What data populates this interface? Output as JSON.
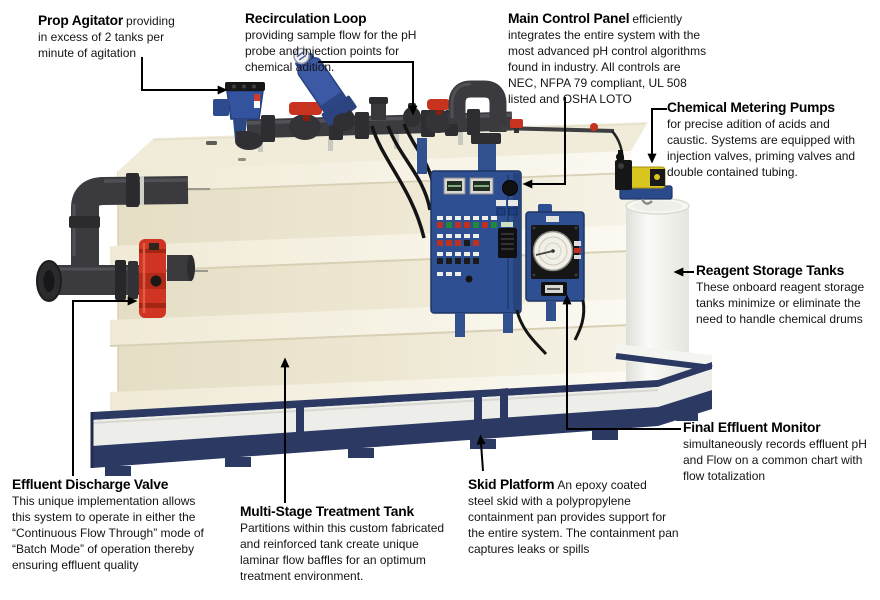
{
  "figure": {
    "title": "Annotated pH control / multi-stage treatment system diagram",
    "background": "#ffffff"
  },
  "colors": {
    "tank_cream": "#ece6cf",
    "tank_rib_light": "#f8f5ea",
    "skid_navy": "#2c3a63",
    "panel_blue": "#2e5093",
    "motor_blue": "#3b59a5",
    "pipe_charcoal": "#3b3b3f",
    "valve_red": "#cf3522",
    "handle_red": "#c8331f",
    "pump_yellow": "#d8c51f",
    "reagent_white": "#f4f4f0",
    "leader_black": "#000000"
  },
  "callouts": [
    {
      "id": "prop-agitator",
      "heading": "Prop Agitator",
      "inline": "providing",
      "lines": [
        "in excess of 2 tanks per",
        "minute of agitation"
      ]
    },
    {
      "id": "recirculation-loop",
      "heading": "Recirculation Loop",
      "inline": "",
      "lines": [
        "providing sample flow for the pH",
        "probe and injection points for",
        "chemical adition."
      ]
    },
    {
      "id": "main-control-panel",
      "heading": "Main Control Panel",
      "inline": "efficiently",
      "lines": [
        "integrates the entire system with the",
        "most advanced pH control algorithms",
        "found in industry. All controls are",
        "NEC, NFPA 79 compliant, UL 508",
        "listed and OSHA LOTO"
      ]
    },
    {
      "id": "chemical-metering-pumps",
      "heading": "Chemical Metering Pumps",
      "inline": "",
      "lines": [
        "for precise adition of acids and",
        "caustic. Systems are equipped with",
        "injection valves, priming valves and",
        "double contained tubing."
      ]
    },
    {
      "id": "reagent-storage-tanks",
      "heading": "Reagent Storage Tanks",
      "inline": "",
      "lines": [
        "These onboard reagent storage",
        "tanks minimize or eliminate the",
        "need to handle chemical drums"
      ]
    },
    {
      "id": "final-effluent-monitor",
      "heading": "Final Effluent Monitor",
      "inline": "",
      "lines": [
        "simultaneously records effluent pH",
        "and Flow on a common chart with",
        "flow totalization"
      ]
    },
    {
      "id": "effluent-discharge-valve",
      "heading": "Effluent Discharge Valve",
      "inline": "",
      "lines": [
        "This unique implementation allows",
        "this system to operate in either the",
        "“Continuous Flow Through” mode of",
        "“Batch Mode” of operation thereby",
        "ensuring effluent quality"
      ]
    },
    {
      "id": "multi-stage-treatment-tank",
      "heading": "Multi-Stage Treatment Tank",
      "inline": "",
      "lines": [
        "Partitions within this custom fabricated",
        "and reinforced tank create unique",
        "laminar flow baffles for an optimum",
        "treatment environment."
      ]
    },
    {
      "id": "skid-platform",
      "heading": "Skid Platform",
      "inline": "An epoxy coated",
      "lines": [
        "steel skid with a polypropylene",
        "containment pan provides support for",
        "the entire system. The containment pan",
        "captures leaks or spills"
      ]
    }
  ]
}
